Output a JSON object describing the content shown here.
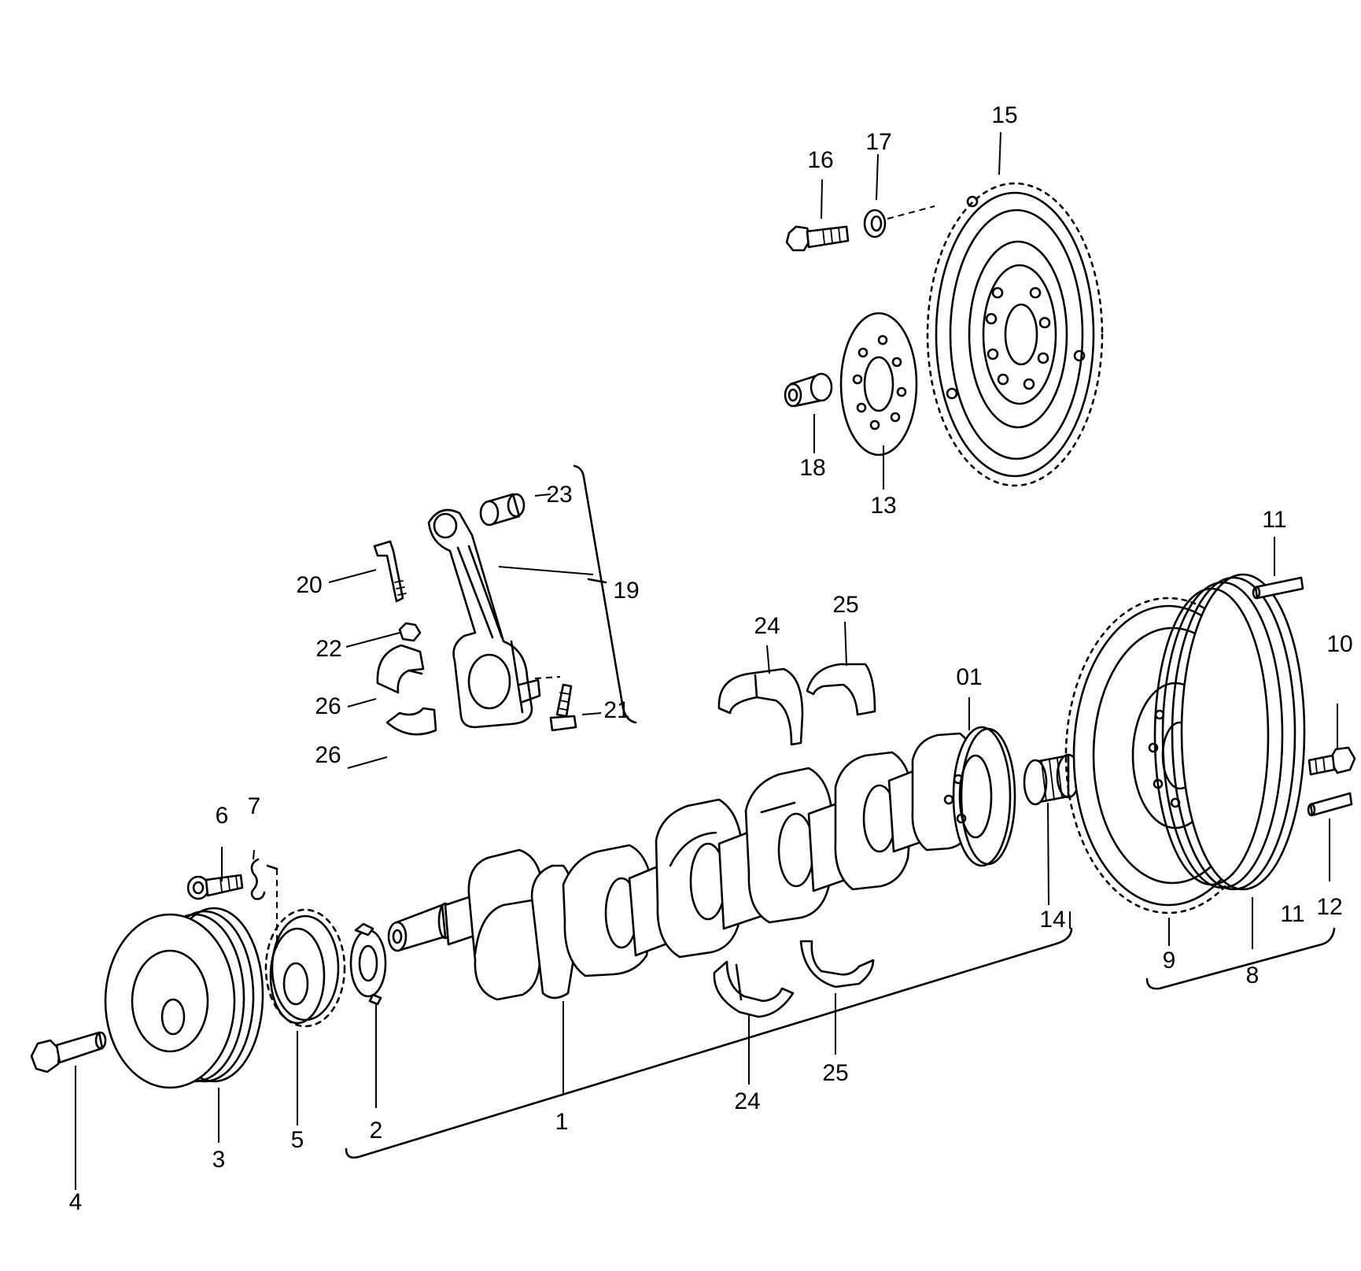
{
  "callouts": {
    "c01": "01",
    "c1": "1",
    "c2": "2",
    "c3": "3",
    "c4": "4",
    "c5": "5",
    "c6": "6",
    "c7": "7",
    "c8": "8",
    "c9": "9",
    "c10": "10",
    "c11a": "11",
    "c11b": "11",
    "c12": "12",
    "c13": "13",
    "c14": "14",
    "c15": "15",
    "c16": "16",
    "c17": "17",
    "c18": "18",
    "c19": "19",
    "c20": "20",
    "c21": "21",
    "c22": "22",
    "c23": "23",
    "c24a": "24",
    "c24b": "24",
    "c25a": "25",
    "c25b": "25",
    "c26a": "26",
    "c26b": "26"
  }
}
